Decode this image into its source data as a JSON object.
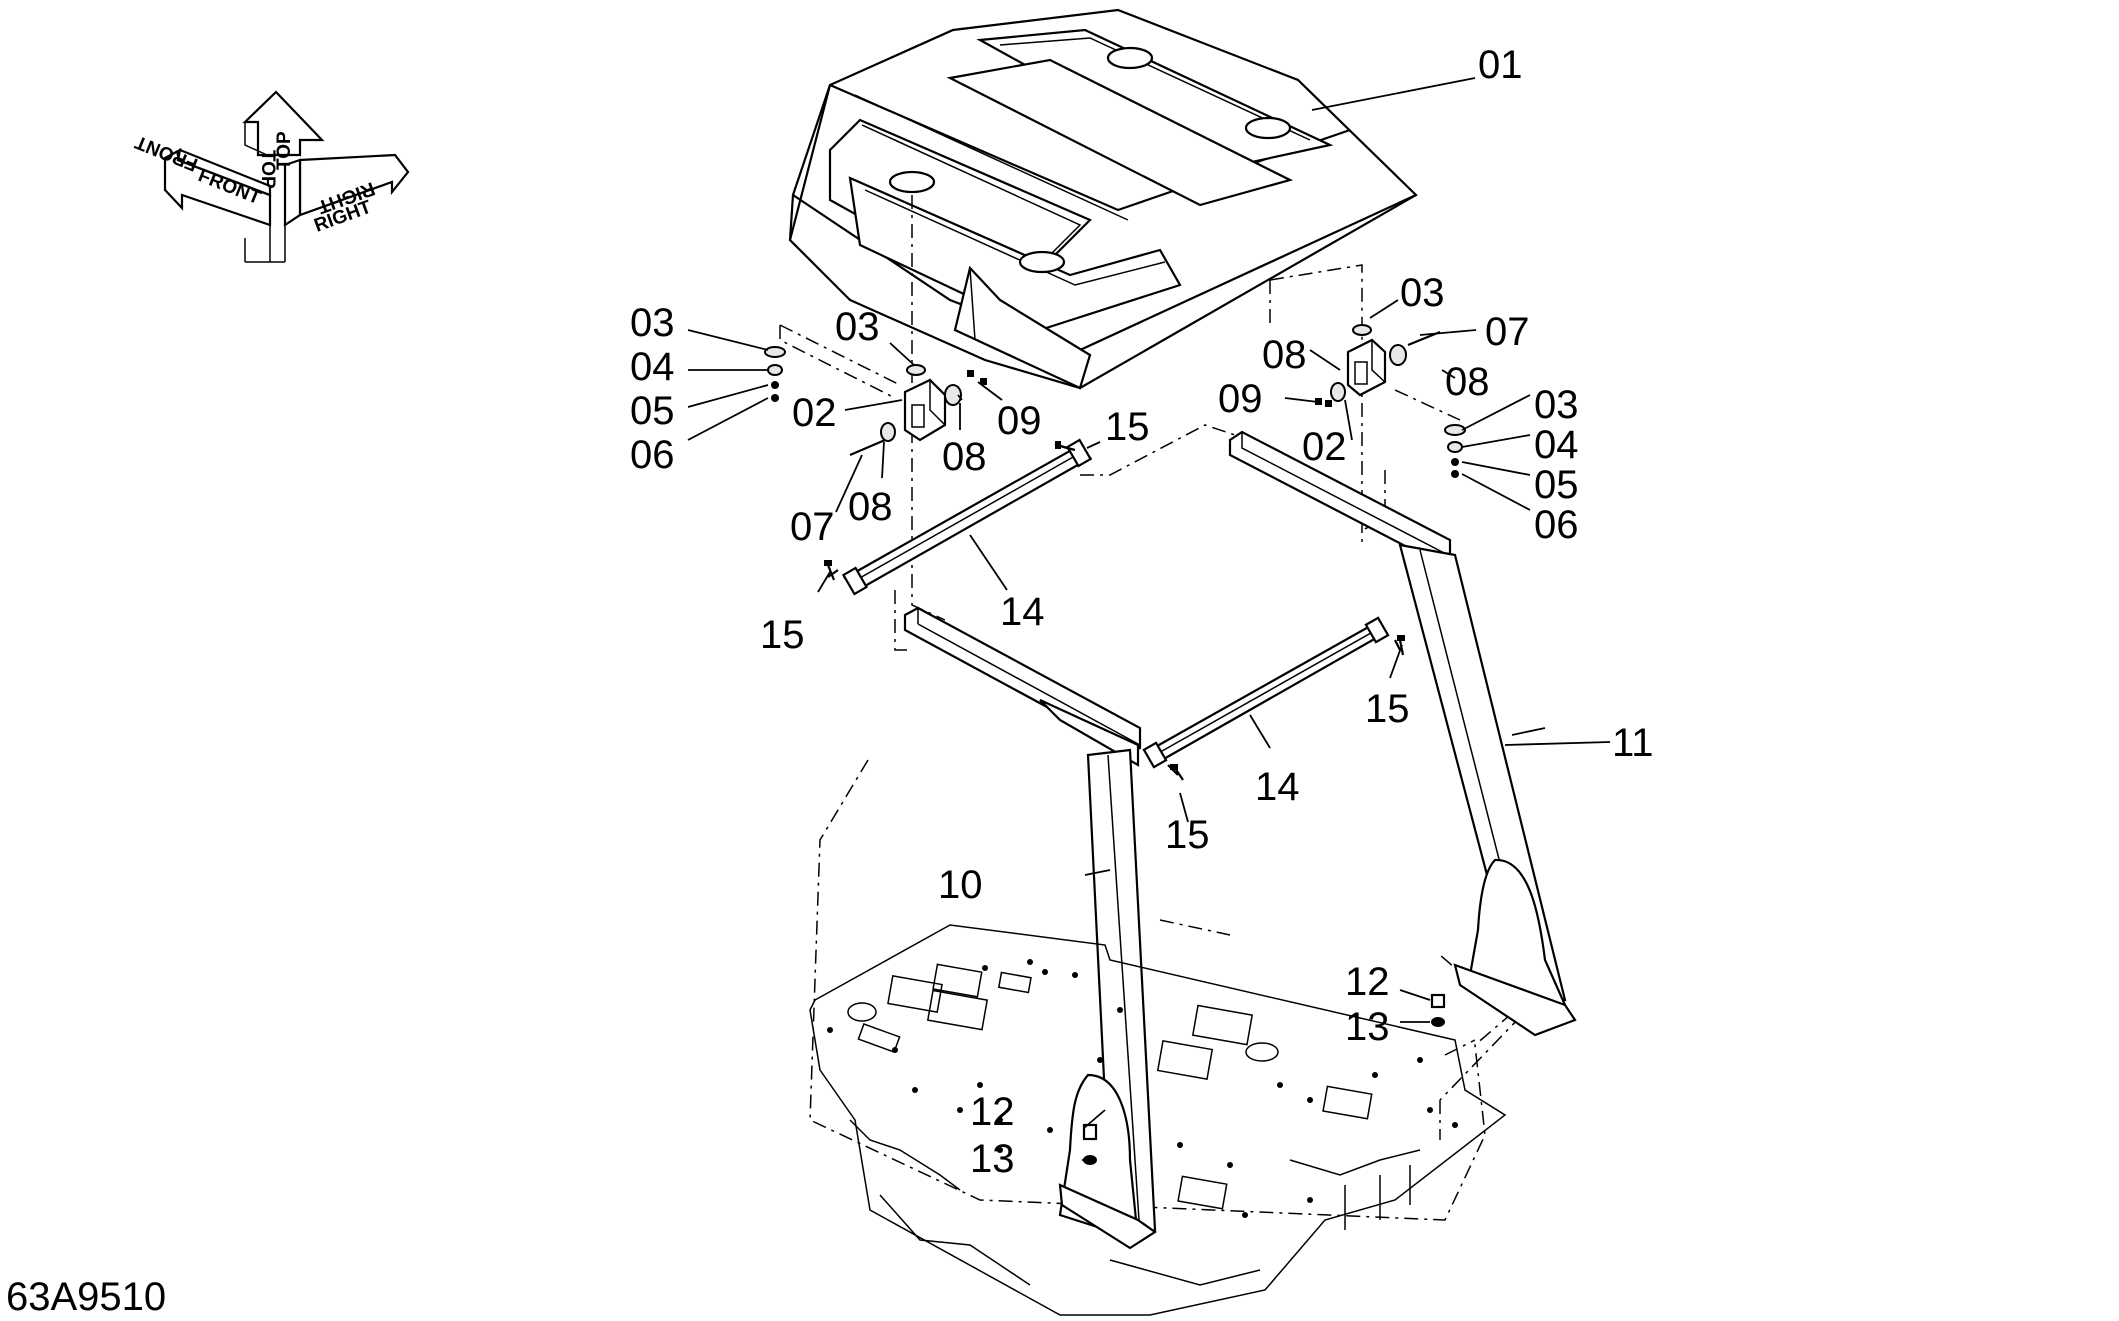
{
  "drawing": {
    "code": "63A9510",
    "orientation": {
      "front": "FRONT",
      "top": "TOP",
      "right": "RIGHT"
    }
  },
  "callouts": {
    "c01": "01",
    "c02a": "02",
    "c02b": "02",
    "c03a": "03",
    "c03b": "03",
    "c03c": "03",
    "c03d": "03",
    "c04a": "04",
    "c04b": "04",
    "c05a": "05",
    "c05b": "05",
    "c06a": "06",
    "c06b": "06",
    "c07a": "07",
    "c07b": "07",
    "c08a": "08",
    "c08b": "08",
    "c08c": "08",
    "c08d": "08",
    "c09a": "09",
    "c09b": "09",
    "c10": "10",
    "c11": "11",
    "c12a": "12",
    "c12b": "12",
    "c13a": "13",
    "c13b": "13",
    "c14a": "14",
    "c14b": "14",
    "c15a": "15",
    "c15b": "15",
    "c15c": "15",
    "c15d": "15"
  }
}
